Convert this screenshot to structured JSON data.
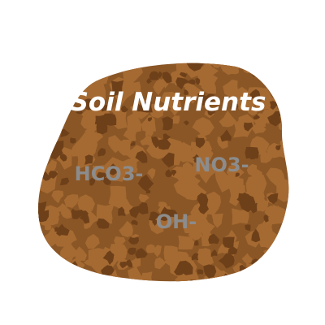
{
  "title": "Soil Nutrients",
  "ions": [
    {
      "id": "bicarbonate",
      "label": "HCO3-"
    },
    {
      "id": "nitrate",
      "label": "NO3-"
    },
    {
      "id": "hydroxide",
      "label": "OH-"
    }
  ],
  "colors": {
    "background": "#ffffff",
    "soil_base": "#8a5626",
    "soil_light": "#a56a32",
    "soil_dark": "#6e4019",
    "title": "#ffffff",
    "ion_text": "#8c8c8c"
  }
}
